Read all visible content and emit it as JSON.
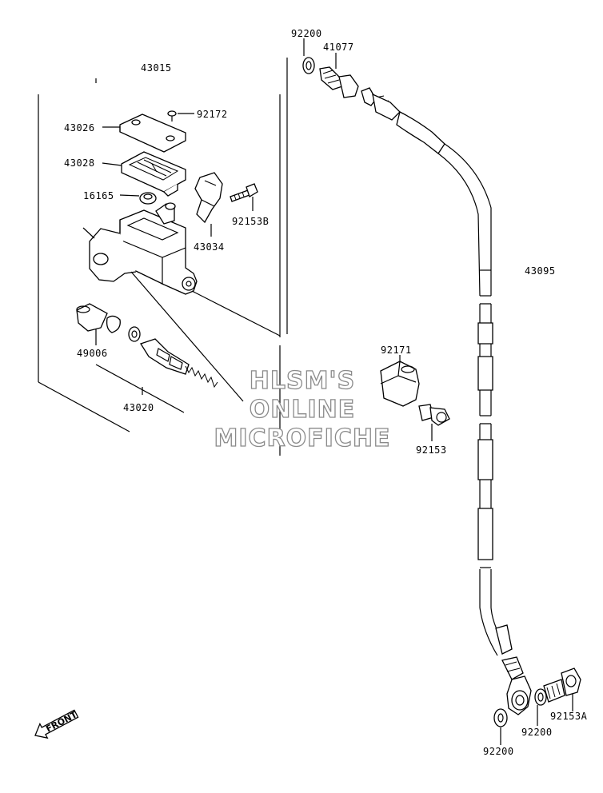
{
  "watermark": {
    "line1": "HLSM'S",
    "line2": "ONLINE",
    "line3": "MICROFICHE"
  },
  "front_indicator": "FRONT",
  "part_labels": {
    "p43015": "43015",
    "p43026": "43026",
    "p92172": "92172",
    "p43028": "43028",
    "p16165": "16165",
    "p92153B": "92153B",
    "p43034": "43034",
    "p49006": "49006",
    "p43020": "43020",
    "p92200_top": "92200",
    "p41077": "41077",
    "p43095": "43095",
    "p92171": "92171",
    "p92153": "92153",
    "p92153A": "92153A",
    "p92200_mid": "92200",
    "p92200_bottom": "92200"
  }
}
